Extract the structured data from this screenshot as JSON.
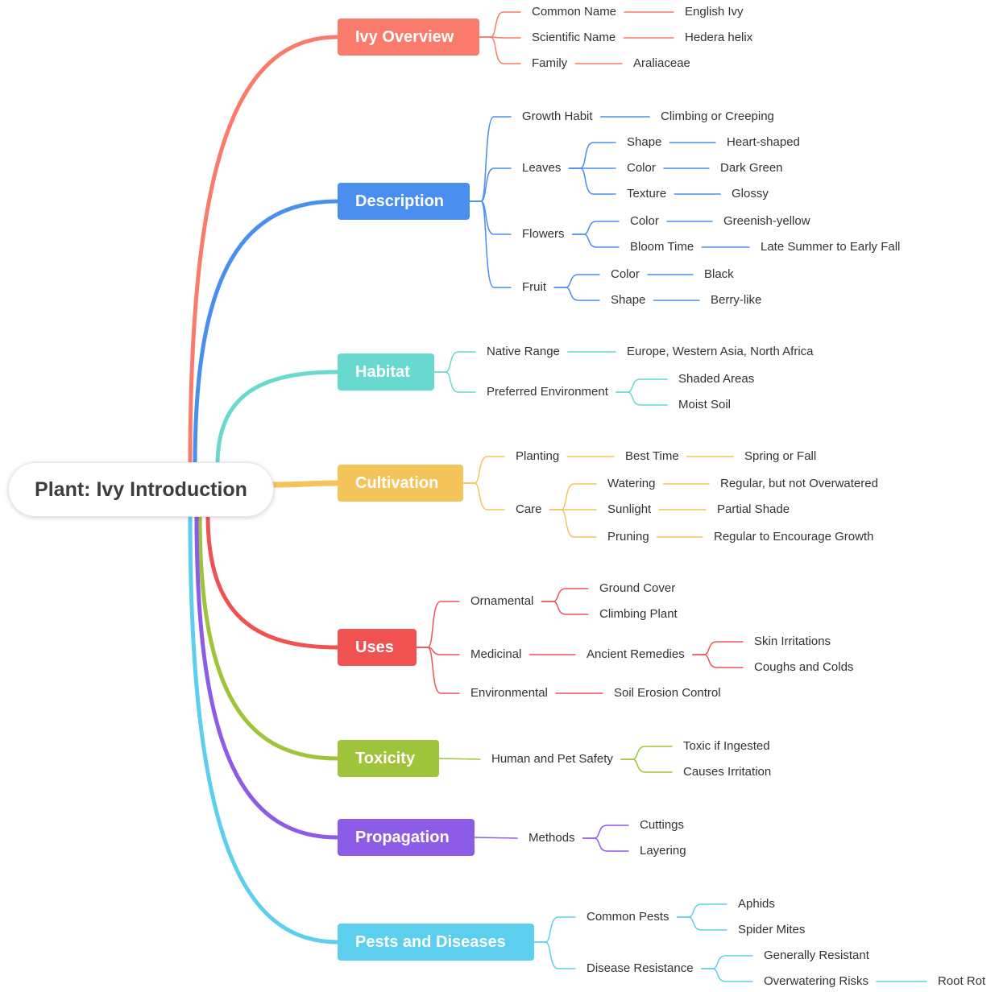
{
  "root": "Plant: Ivy Introduction",
  "branches": [
    {
      "id": "ivy-overview",
      "label": "Ivy Overview",
      "color": "#fa7a6b",
      "children": [
        {
          "label": "Common Name",
          "children": [
            {
              "label": "English Ivy"
            }
          ]
        },
        {
          "label": "Scientific Name",
          "children": [
            {
              "label": "Hedera helix"
            }
          ]
        },
        {
          "label": "Family",
          "children": [
            {
              "label": "Araliaceae"
            }
          ]
        }
      ]
    },
    {
      "id": "description",
      "label": "Description",
      "color": "#4a8eef",
      "children": [
        {
          "label": "Growth Habit",
          "children": [
            {
              "label": "Climbing or Creeping"
            }
          ]
        },
        {
          "label": "Leaves",
          "children": [
            {
              "label": "Shape",
              "children": [
                {
                  "label": "Heart-shaped"
                }
              ]
            },
            {
              "label": "Color",
              "children": [
                {
                  "label": "Dark Green"
                }
              ]
            },
            {
              "label": "Texture",
              "children": [
                {
                  "label": "Glossy"
                }
              ]
            }
          ]
        },
        {
          "label": "Flowers",
          "children": [
            {
              "label": "Color",
              "children": [
                {
                  "label": "Greenish-yellow"
                }
              ]
            },
            {
              "label": "Bloom Time",
              "children": [
                {
                  "label": "Late Summer to Early Fall"
                }
              ]
            }
          ]
        },
        {
          "label": "Fruit",
          "children": [
            {
              "label": "Color",
              "children": [
                {
                  "label": "Black"
                }
              ]
            },
            {
              "label": "Shape",
              "children": [
                {
                  "label": "Berry-like"
                }
              ]
            }
          ]
        }
      ]
    },
    {
      "id": "habitat",
      "label": "Habitat",
      "color": "#67d9cf",
      "children": [
        {
          "label": "Native Range",
          "children": [
            {
              "label": "Europe, Western Asia, North Africa"
            }
          ]
        },
        {
          "label": "Preferred Environment",
          "children": [
            {
              "label": "Shaded Areas"
            },
            {
              "label": "Moist Soil"
            }
          ]
        }
      ]
    },
    {
      "id": "cultivation",
      "label": "Cultivation",
      "color": "#f4c45a",
      "children": [
        {
          "label": "Planting",
          "children": [
            {
              "label": "Best Time",
              "children": [
                {
                  "label": "Spring or Fall"
                }
              ]
            }
          ]
        },
        {
          "label": "Care",
          "children": [
            {
              "label": "Watering",
              "children": [
                {
                  "label": "Regular, but not Overwatered"
                }
              ]
            },
            {
              "label": "Sunlight",
              "children": [
                {
                  "label": "Partial Shade"
                }
              ]
            },
            {
              "label": "Pruning",
              "children": [
                {
                  "label": "Regular to Encourage Growth"
                }
              ]
            }
          ]
        }
      ]
    },
    {
      "id": "uses",
      "label": "Uses",
      "color": "#f05252",
      "children": [
        {
          "label": "Ornamental",
          "children": [
            {
              "label": "Ground Cover"
            },
            {
              "label": "Climbing Plant"
            }
          ]
        },
        {
          "label": "Medicinal",
          "children": [
            {
              "label": "Ancient Remedies",
              "children": [
                {
                  "label": "Skin Irritations"
                },
                {
                  "label": "Coughs and Colds"
                }
              ]
            }
          ]
        },
        {
          "label": "Environmental",
          "children": [
            {
              "label": "Soil Erosion Control"
            }
          ]
        }
      ]
    },
    {
      "id": "toxicity",
      "label": "Toxicity",
      "color": "#9dc43b",
      "children": [
        {
          "label": "Human and Pet Safety",
          "children": [
            {
              "label": "Toxic if Ingested"
            },
            {
              "label": "Causes Irritation"
            }
          ]
        }
      ]
    },
    {
      "id": "propagation",
      "label": "Propagation",
      "color": "#8c5ce6",
      "children": [
        {
          "label": "Methods",
          "children": [
            {
              "label": "Cuttings"
            },
            {
              "label": "Layering"
            }
          ]
        }
      ]
    },
    {
      "id": "pests-and-diseases",
      "label": "Pests and Diseases",
      "color": "#5ccfee",
      "children": [
        {
          "label": "Common Pests",
          "children": [
            {
              "label": "Aphids"
            },
            {
              "label": "Spider Mites"
            }
          ]
        },
        {
          "label": "Disease Resistance",
          "children": [
            {
              "label": "Generally Resistant"
            },
            {
              "label": "Overwatering Risks",
              "children": [
                {
                  "label": "Root Rot"
                }
              ]
            }
          ]
        }
      ]
    }
  ]
}
